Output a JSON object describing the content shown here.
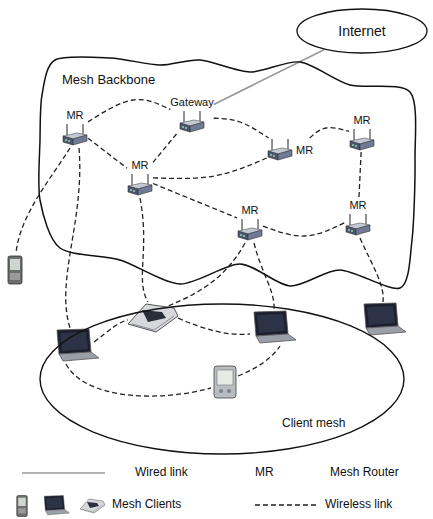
{
  "diagram": {
    "nodes": [
      {
        "text": [
          "Mesh Backbone"
        ]
      },
      {
        "text": [
          "Internet"
        ]
      },
      {
        "text": [
          "MR"
        ],
        "in": 0
      },
      {
        "text": [
          "Gateway"
        ],
        "in": 0
      },
      {
        "text": [
          "MR"
        ],
        "in": 0
      },
      {
        "text": [
          "MR"
        ],
        "in": 0
      },
      {
        "text": [
          "MR"
        ],
        "in": 0
      },
      {
        "text": [
          "MR"
        ],
        "in": 0
      },
      {
        "text": [
          "MR"
        ],
        "in": 0
      },
      {
        "text": [
          "Client mesh"
        ]
      }
    ],
    "edges": [
      {
        "from": 3,
        "to": 1,
        "arrow": "none"
      },
      {
        "from": 2,
        "to": 3,
        "arrow": "none"
      },
      {
        "from": 2,
        "to": 6,
        "arrow": "none"
      },
      {
        "from": 3,
        "to": 6,
        "arrow": "none"
      },
      {
        "from": 3,
        "to": 4,
        "arrow": "none"
      },
      {
        "from": 4,
        "to": 5,
        "arrow": "none"
      },
      {
        "from": 6,
        "to": 4,
        "arrow": "none"
      },
      {
        "from": 6,
        "to": 7,
        "arrow": "none"
      },
      {
        "from": 7,
        "to": 8,
        "arrow": "none"
      },
      {
        "from": 5,
        "to": 8,
        "arrow": "none"
      }
    ],
    "labels": [
      "MR"
    ],
    "legend": [
      {
        "text": "Wired link"
      },
      {
        "text": "Mesh Router"
      },
      {
        "text": "Mesh Clients"
      },
      {
        "text": "Wireless link"
      }
    ]
  }
}
